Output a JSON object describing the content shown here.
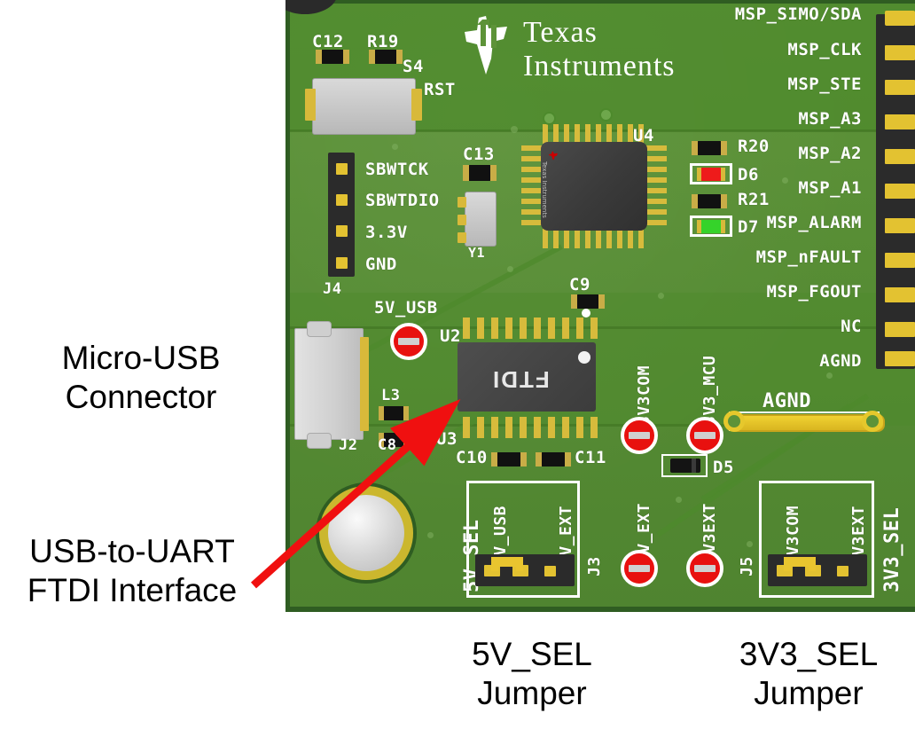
{
  "figure": {
    "subject": "PCB photograph with annotation callouts",
    "board_color": "#5d9338",
    "silkscreen_color": "#ffffff",
    "arrow_color": "#f01010"
  },
  "annotations": [
    {
      "id": "micro-usb",
      "text": "Micro-USB\nConnector",
      "has_arrow": false
    },
    {
      "id": "usb-to-uart",
      "text": "USB-to-UART\nFTDI Interface",
      "has_arrow": true
    },
    {
      "id": "5v-sel-jumper",
      "text": "5V_SEL\nJumper",
      "has_arrow": false
    },
    {
      "id": "3v3-sel-jumper",
      "text": "3V3_SEL\nJumper",
      "has_arrow": false
    }
  ],
  "brand": {
    "line1": "Texas",
    "line2": "Instruments"
  },
  "silkscreen": {
    "passives": {
      "c12": "C12",
      "r19": "R19",
      "c13": "C13",
      "c9": "C9",
      "c8": "C8",
      "c10": "C10",
      "c11": "C11",
      "l3": "L3",
      "r20": "R20",
      "r21": "R21",
      "d5": "D5",
      "d6": "D6",
      "d7": "D7",
      "y1": "Y1"
    },
    "refdes": {
      "s4": "S4",
      "rst": "RST",
      "u2": "U2",
      "u3": "U3",
      "u4": "U4",
      "j2": "J2",
      "j3": "J3",
      "j4": "J4",
      "j5": "J5"
    },
    "ic_marking": "FTDI",
    "programming_header": [
      "SBWTCK",
      "SBWTDIO",
      "3.3V",
      "GND"
    ],
    "test_points": [
      {
        "label": "5V_USB",
        "color": "#e8110f"
      },
      {
        "label": "3V3COM",
        "color": "#e8110f"
      },
      {
        "label": "3V3_MCU",
        "color": "#e8110f"
      },
      {
        "label": "5V_EXT",
        "color": "#e8110f"
      },
      {
        "label": "3V3EXT",
        "color": "#e8110f"
      }
    ],
    "agnd_loop": "AGND",
    "jumper_5v": {
      "name": "5V_SEL",
      "refdes": "J3",
      "positions": [
        "5V_USB",
        "5V_EXT"
      ],
      "shunt_on": "5V_USB"
    },
    "jumper_3v3": {
      "name": "3V3_SEL",
      "refdes": "J5",
      "positions": [
        "3V3COM",
        "3V3EXT"
      ],
      "shunt_on": "3V3COM"
    },
    "right_header_pins": [
      "MSP_SIMO/SDA",
      "MSP_CLK",
      "MSP_STE",
      "MSP_A3",
      "MSP_A2",
      "MSP_A1",
      "MSP_ALARM",
      "MSP_nFAULT",
      "MSP_FGOUT",
      "NC",
      "AGND"
    ]
  }
}
